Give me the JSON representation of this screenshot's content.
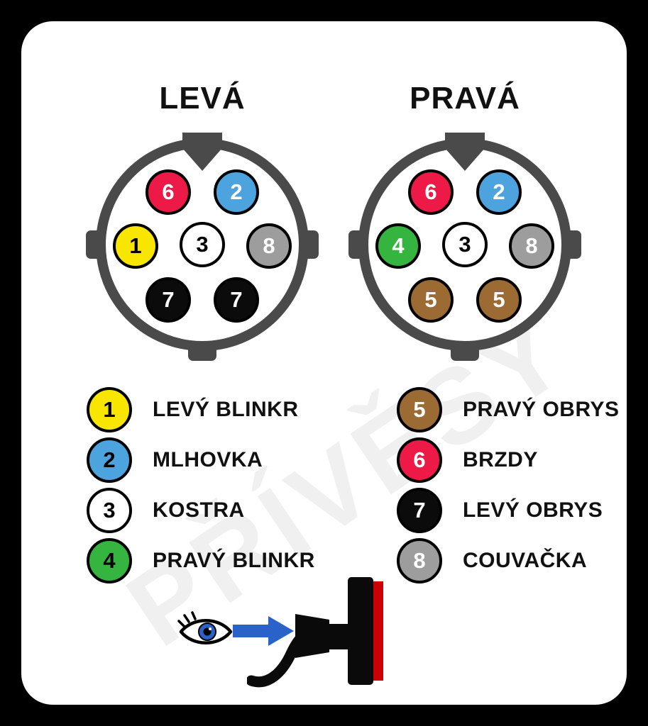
{
  "page": {
    "background_color": "#000000",
    "card_color": "#ffffff",
    "ring_color": "#4a4a4a"
  },
  "watermark": {
    "text": "PŘÍVĚSY",
    "color": "rgba(0,0,0,0.06)"
  },
  "connectors": [
    {
      "title": "LEVÁ",
      "pins": [
        {
          "num": "6",
          "color": "#ed1a47",
          "text_color": "#ffffff"
        },
        {
          "num": "2",
          "color": "#4da3dd",
          "text_color": "#ffffff"
        },
        {
          "num": "1",
          "color": "#f8e500",
          "text_color": "#000000"
        },
        {
          "num": "3",
          "color": "#ffffff",
          "text_color": "#000000"
        },
        {
          "num": "8",
          "color": "#9d9d9d",
          "text_color": "#ffffff"
        },
        {
          "num": "7",
          "color": "#0b0b0b",
          "text_color": "#ffffff"
        },
        {
          "num": "7",
          "color": "#0b0b0b",
          "text_color": "#ffffff"
        }
      ]
    },
    {
      "title": "PRAVÁ",
      "pins": [
        {
          "num": "6",
          "color": "#ed1a47",
          "text_color": "#ffffff"
        },
        {
          "num": "2",
          "color": "#4da3dd",
          "text_color": "#ffffff"
        },
        {
          "num": "4",
          "color": "#35b440",
          "text_color": "#ffffff"
        },
        {
          "num": "3",
          "color": "#ffffff",
          "text_color": "#000000"
        },
        {
          "num": "8",
          "color": "#9d9d9d",
          "text_color": "#ffffff"
        },
        {
          "num": "5",
          "color": "#9c6a33",
          "text_color": "#ffffff"
        },
        {
          "num": "5",
          "color": "#9c6a33",
          "text_color": "#ffffff"
        }
      ]
    }
  ],
  "legend": {
    "left": [
      {
        "num": "1",
        "color": "#f8e500",
        "text_color": "#000000",
        "label": "LEVÝ BLINKR"
      },
      {
        "num": "2",
        "color": "#4da3dd",
        "text_color": "#000000",
        "label": "MLHOVKA"
      },
      {
        "num": "3",
        "color": "#ffffff",
        "text_color": "#000000",
        "label": "KOSTRA"
      },
      {
        "num": "4",
        "color": "#35b440",
        "text_color": "#000000",
        "label": "PRAVÝ BLINKR"
      }
    ],
    "right": [
      {
        "num": "5",
        "color": "#9c6a33",
        "text_color": "#ffffff",
        "label": "PRAVÝ OBRYS"
      },
      {
        "num": "6",
        "color": "#ed1a47",
        "text_color": "#ffffff",
        "label": "BRZDY"
      },
      {
        "num": "7",
        "color": "#0b0b0b",
        "text_color": "#ffffff",
        "label": "LEVÝ OBRYS"
      },
      {
        "num": "8",
        "color": "#9d9d9d",
        "text_color": "#ffffff",
        "label": "COUVAČKA"
      }
    ]
  },
  "footer": {
    "icons": [
      "eye-icon",
      "arrow-right-icon",
      "trailer-plug-icon"
    ],
    "arrow_color": "#2b62c9",
    "eye_iris_color": "#2b62c9",
    "plug_color": "#0a0a0a",
    "plug_stripe_color": "#cc0007"
  }
}
